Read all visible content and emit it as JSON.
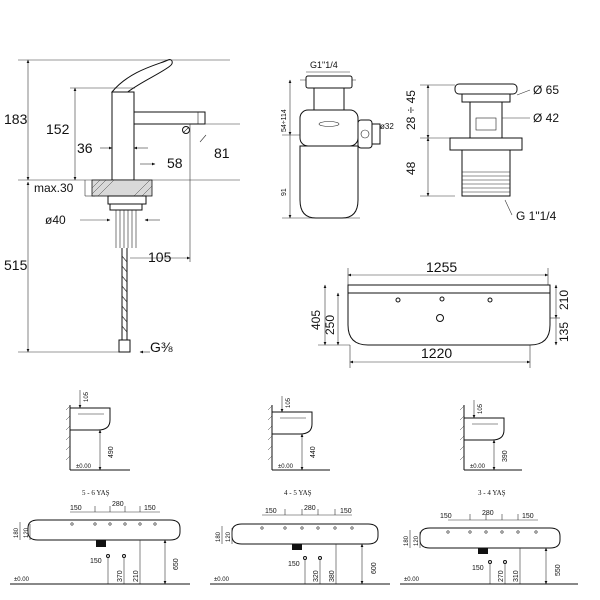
{
  "faucet": {
    "h_total": "183",
    "h_spout": "152",
    "d_36": "36",
    "d_58": "58",
    "d_81": "81",
    "max_thickness": "max.30",
    "diameter": "ø40",
    "reach": "105",
    "hose_length": "515",
    "thread": "G⅜"
  },
  "siphon": {
    "thread_top": "G1\"1/4",
    "range": "54÷114",
    "height": "91",
    "outlet": "ø32"
  },
  "drain": {
    "d65": "Ø 65",
    "d42": "Ø 42",
    "h_range": "28 ÷ 45",
    "h48": "48",
    "thread": "G 1\"1/4"
  },
  "basin": {
    "w_top": "1255",
    "w_bottom": "1220",
    "depth": "405",
    "d250": "250",
    "d210": "210",
    "d135": "135"
  },
  "age_sides": [
    {
      "caption": "5 - 6 YAŞ",
      "top": "105",
      "height": "490",
      "floor": "±0.00"
    },
    {
      "caption": "4 - 5 YAŞ",
      "top": "105",
      "height": "440",
      "floor": "±0.00"
    },
    {
      "caption": "3 - 4 YAŞ",
      "top": "105",
      "height": "390",
      "floor": "±0.00"
    }
  ],
  "age_fronts": [
    {
      "w150a": "150",
      "w280": "280",
      "w150b": "150",
      "l180": "180",
      "l120": "120",
      "p150": "150",
      "p370": "370",
      "p210": "210",
      "height": "650",
      "floor": "±0.00"
    },
    {
      "w150a": "150",
      "w280": "280",
      "w150b": "150",
      "l180": "180",
      "l120": "120",
      "p150": "150",
      "p320": "320",
      "p380": "380",
      "height": "600",
      "floor": "±0.00"
    },
    {
      "w150a": "150",
      "w280": "280",
      "w150b": "150",
      "l180": "180",
      "l120": "120",
      "p150": "150",
      "p270": "270",
      "p310": "310",
      "height": "550",
      "floor": "±0.00"
    }
  ]
}
